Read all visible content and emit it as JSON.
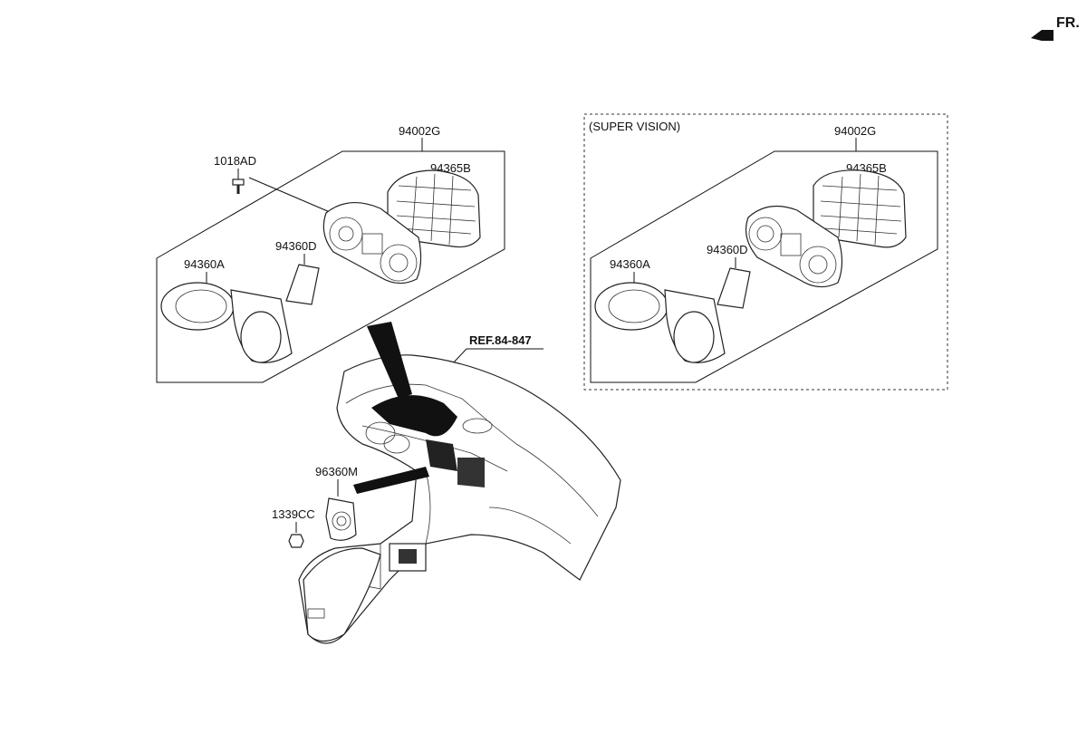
{
  "orientation": {
    "label": "FR."
  },
  "reference": {
    "label": "REF.84-847"
  },
  "group_standard": {
    "assembly_label": "94002G",
    "parts": {
      "screw": "1018AD",
      "rear_case": "94365B",
      "lcd": "94360D",
      "front_case": "94360A"
    }
  },
  "group_supervision": {
    "title": "(SUPER VISION)",
    "assembly_label": "94002G",
    "parts": {
      "rear_case": "94365B",
      "lcd": "94360D",
      "front_case": "94360A"
    }
  },
  "bottom_parts": {
    "switch": "96360M",
    "nut": "1339CC"
  }
}
